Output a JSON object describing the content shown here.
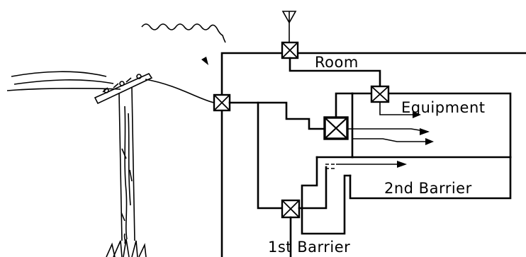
{
  "labels": {
    "room": "Room",
    "equipment": "Equipment",
    "second_barrier": "2nd Barrier",
    "first_barrier": "1st Barrier"
  },
  "icons": {
    "antenna": "antenna-icon",
    "radiated_emission": "wavy-arrow-icon",
    "utility_pole": "utility-pole-icon",
    "filter_box": "filter-box-icon",
    "arrow": "arrow-icon"
  },
  "colors": {
    "line": "#000000",
    "background": "#ffffff"
  }
}
